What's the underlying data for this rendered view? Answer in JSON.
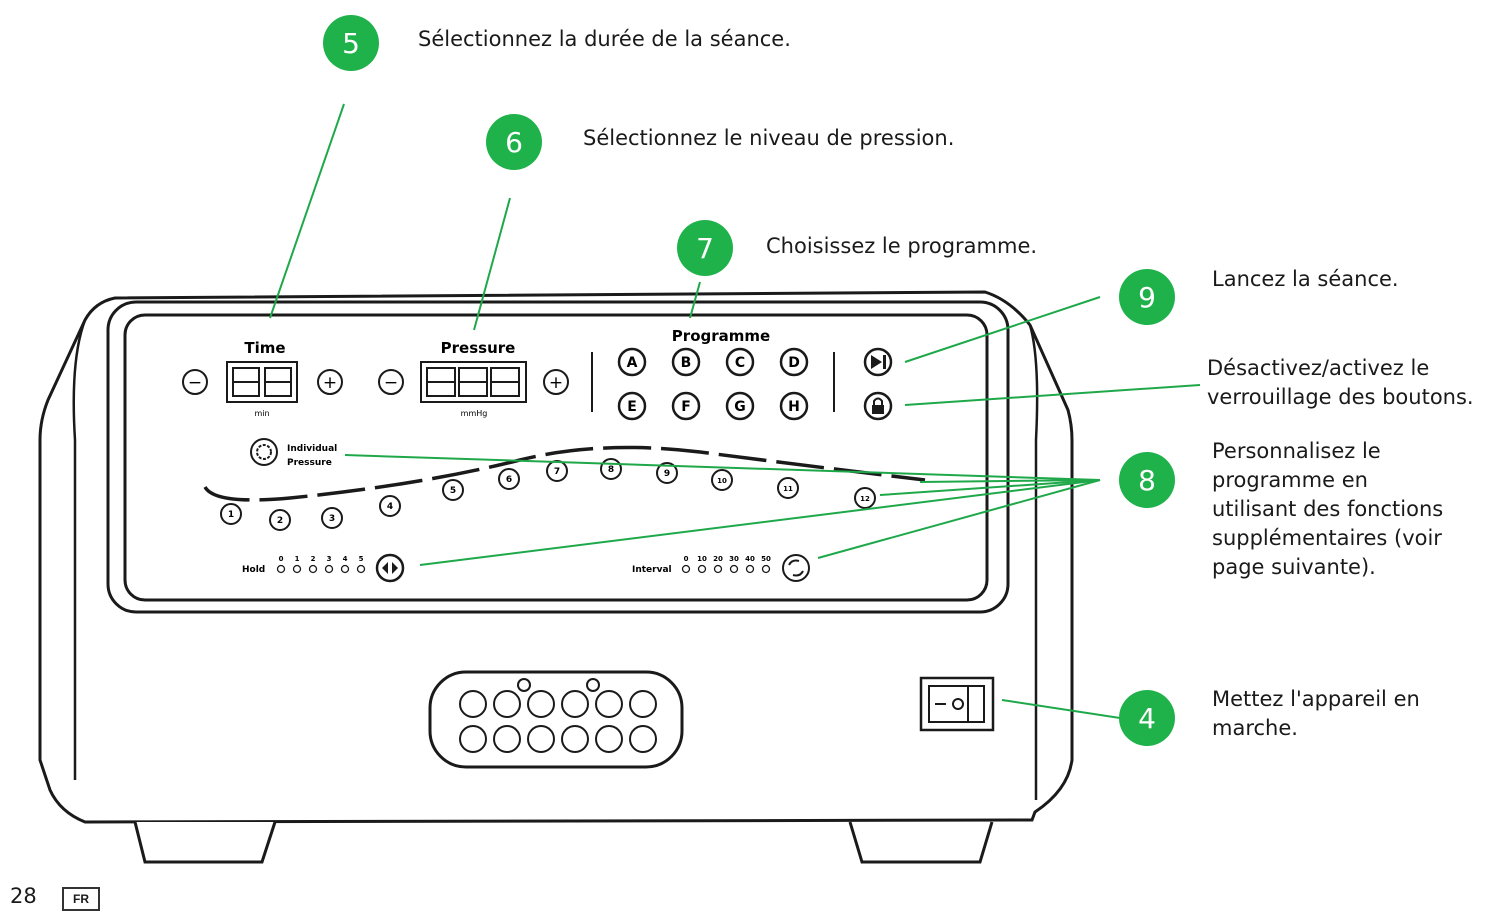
{
  "colors": {
    "accent": "#1fb24a",
    "line": "#1fa84a",
    "outline": "#1a1a1a"
  },
  "callouts": [
    {
      "number": "5",
      "text": [
        "Sélectionnez la durée de la séance."
      ]
    },
    {
      "number": "6",
      "text": [
        "Sélectionnez le niveau de pression."
      ]
    },
    {
      "number": "7",
      "text": [
        "Choisissez le programme."
      ]
    },
    {
      "number": "9",
      "text": [
        "Lancez la séance."
      ]
    },
    {
      "number": "",
      "text": [
        "Désactivez/activez le",
        "verrouillage des boutons."
      ]
    },
    {
      "number": "8",
      "text": [
        "Personnalisez le",
        "programme en",
        "utilisant des fonctions",
        "supplémentaires (voir",
        "page suivante)."
      ]
    },
    {
      "number": "4",
      "text": [
        "Mettez l'appareil en",
        "marche."
      ]
    }
  ],
  "panel": {
    "time_label": "Time",
    "time_unit": "min",
    "pressure_label": "Pressure",
    "pressure_unit": "mmHg",
    "programme_label": "Programme",
    "programs": [
      "A",
      "B",
      "C",
      "D",
      "E",
      "F",
      "G",
      "H"
    ],
    "individual_line1": "Individual",
    "individual_line2": "Pressure",
    "chambers": [
      "1",
      "2",
      "3",
      "4",
      "5",
      "6",
      "7",
      "8",
      "9",
      "10",
      "11",
      "12"
    ],
    "hold_label": "Hold",
    "hold_values": [
      "0",
      "1",
      "2",
      "3",
      "4",
      "5"
    ],
    "interval_label": "Interval",
    "interval_values": [
      "0",
      "10",
      "20",
      "30",
      "40",
      "50"
    ],
    "minus": "−",
    "plus": "+"
  },
  "footer": {
    "page_number": "28",
    "language": "FR"
  }
}
